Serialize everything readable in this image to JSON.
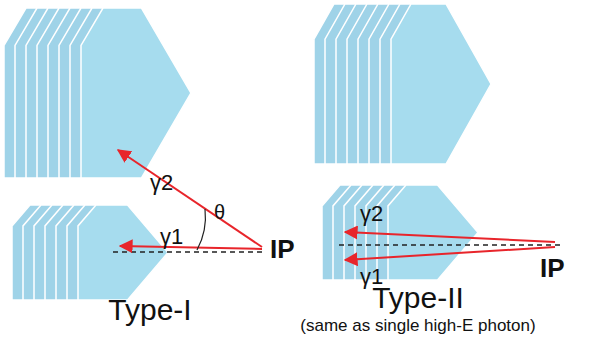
{
  "diagram": {
    "labels": [
      "γ2",
      "γ1",
      "θ",
      "IP",
      "Type-I",
      "γ2",
      "γ1",
      "IP",
      "Type-II",
      "(same as single high-E photon)"
    ]
  }
}
